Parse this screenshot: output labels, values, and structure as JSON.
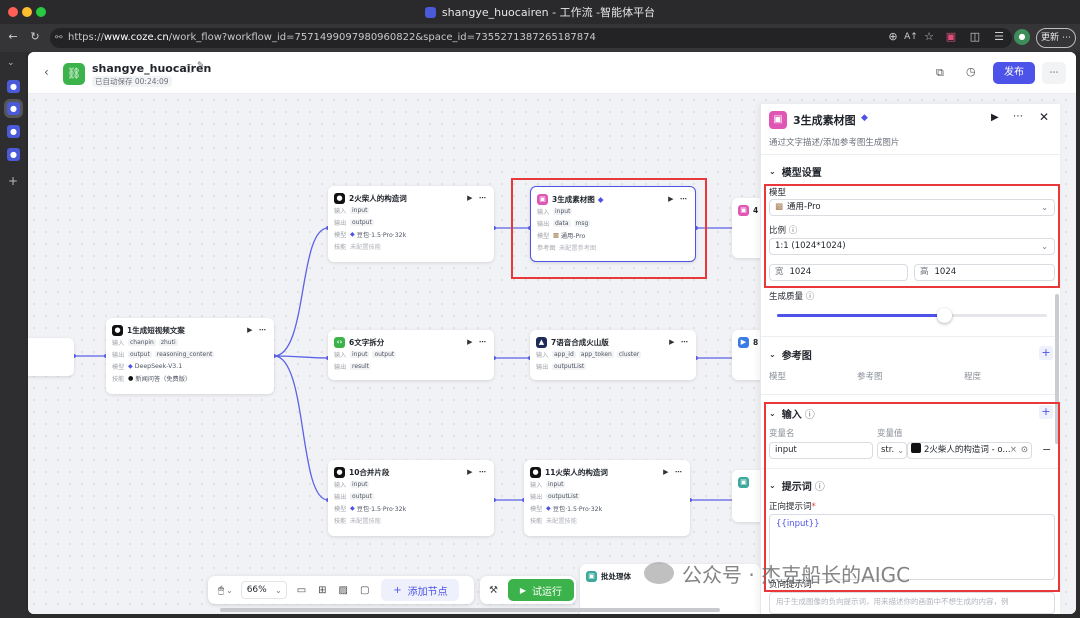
{
  "window": {
    "title": "shangye_huocairen - 工作流 -智能体平台"
  },
  "browser": {
    "url_prefix": "https://",
    "url_domain": "www.coze.cn",
    "url_rest": "/work_flow?workflow_id=7571499097980960822&space_id=7355271387265187874",
    "update_label": "更新",
    "update_dots": "⋯"
  },
  "header": {
    "name": "shangye_huocairen",
    "autosave": "已自动保存 00:24:09",
    "publish_label": "发布",
    "more_label": "⋯"
  },
  "nodes": {
    "start": {},
    "n1": {
      "title": "1生成短视频文案",
      "in_k": "输入",
      "in_tags": [
        "chanpin",
        "zhuti"
      ],
      "out_k": "输出",
      "out_tags": [
        "output",
        "reasoning_content"
      ],
      "model_k": "模型",
      "model": "DeepSeek-V3.1",
      "skill_k": "技能",
      "skill": "新闻问答（免费版）"
    },
    "n2": {
      "title": "2火柴人的构造词",
      "in_k": "输入",
      "in_tags": [
        "input"
      ],
      "out_k": "输出",
      "out_tags": [
        "output"
      ],
      "model_k": "模型",
      "model": "豆包·1.5·Pro·32k",
      "skill_k": "技能",
      "skill": "未配置技能"
    },
    "n3": {
      "title": "3生成素材图",
      "in_k": "输入",
      "in_tags": [
        "input"
      ],
      "out_k": "输出",
      "out_tags": [
        "data",
        "msg"
      ],
      "model_k": "模型",
      "model": "通用-Pro",
      "ref_k": "参考图",
      "ref": "未配置参考图"
    },
    "n4": {
      "title": "4"
    },
    "n6": {
      "title": "6文字拆分",
      "in_k": "输入",
      "in_tags": [
        "input",
        "output"
      ],
      "out_k": "输出",
      "out_tags": [
        "result"
      ]
    },
    "n7": {
      "title": "7语音合成火山版",
      "in_k": "输入",
      "in_tags": [
        "app_id",
        "app_token",
        "cluster"
      ],
      "out_k": "输出",
      "out_tags": [
        "outputList"
      ]
    },
    "n8": {
      "title": "8"
    },
    "n10": {
      "title": "10合并片段",
      "in_k": "输入",
      "in_tags": [
        "input"
      ],
      "out_k": "输出",
      "out_tags": [
        "output"
      ],
      "model_k": "模型",
      "model": "豆包·1.5·Pro·32k",
      "skill_k": "技能",
      "skill": "未配置技能"
    },
    "n11": {
      "title": "11火柴人的构造词",
      "in_k": "输入",
      "in_tags": [
        "input"
      ],
      "out_k": "输出",
      "out_tags": [
        "outputList"
      ],
      "model_k": "模型",
      "model": "豆包·1.5·Pro·32k",
      "skill_k": "技能",
      "skill": "未配置技能"
    },
    "n12": {
      "title": "批处理体"
    }
  },
  "toolbar": {
    "zoom": "66%",
    "add_node": "添加节点",
    "run": "试运行"
  },
  "panel": {
    "title": "3生成素材图",
    "desc": "通过文字描述/添加参考图生成图片",
    "model_section": "模型设置",
    "model_label": "模型",
    "model_value": "通用-Pro",
    "ratio_label": "比例",
    "ratio_value": "1:1 (1024*1024)",
    "width_label": "宽",
    "width_value": "1024",
    "height_label": "高",
    "height_value": "1024",
    "quality_label": "生成质量",
    "quality_level": 0.62,
    "ref_section": "参考图",
    "ref_cols": [
      "模型",
      "参考图",
      "程度"
    ],
    "input_section": "输入",
    "var_name_col": "变量名",
    "var_value_col": "变量值",
    "var_name": "input",
    "var_type": "str.",
    "var_value": "2火柴人的构造词 - o...",
    "prompt_section": "提示词",
    "pos_prompt_label": "正向提示词",
    "pos_prompt_value": "{{input}}",
    "neg_prompt_label": "负向提示词",
    "neg_prompt_placeholder": "用于生成图像的负向提示词，用来描述你的画面中不想生成的内容，例"
  },
  "watermark": "公众号 · 杰克船长的AIGC",
  "colors": {
    "accent": "#4d53e8",
    "run": "#3bb34a",
    "highlight": "#e8383a"
  }
}
